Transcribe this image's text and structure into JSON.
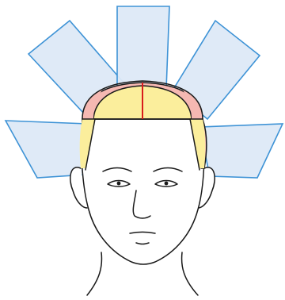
{
  "diagram": {
    "colors": {
      "panel_fill": "#dde9f7",
      "panel_stroke": "#3e93d6",
      "hair_fill": "#fbee9c",
      "hair_edge_fill": "#f5b8b2",
      "parting_line": "#d81b1b",
      "outline": "#1a1a1a",
      "skin": "#ffffff"
    },
    "panels": [
      {
        "id": "left-low",
        "icon": "sectioning-panel"
      },
      {
        "id": "left-high",
        "icon": "sectioning-panel"
      },
      {
        "id": "top",
        "icon": "sectioning-panel"
      },
      {
        "id": "right-high",
        "icon": "sectioning-panel"
      },
      {
        "id": "right-low",
        "icon": "sectioning-panel"
      }
    ]
  }
}
